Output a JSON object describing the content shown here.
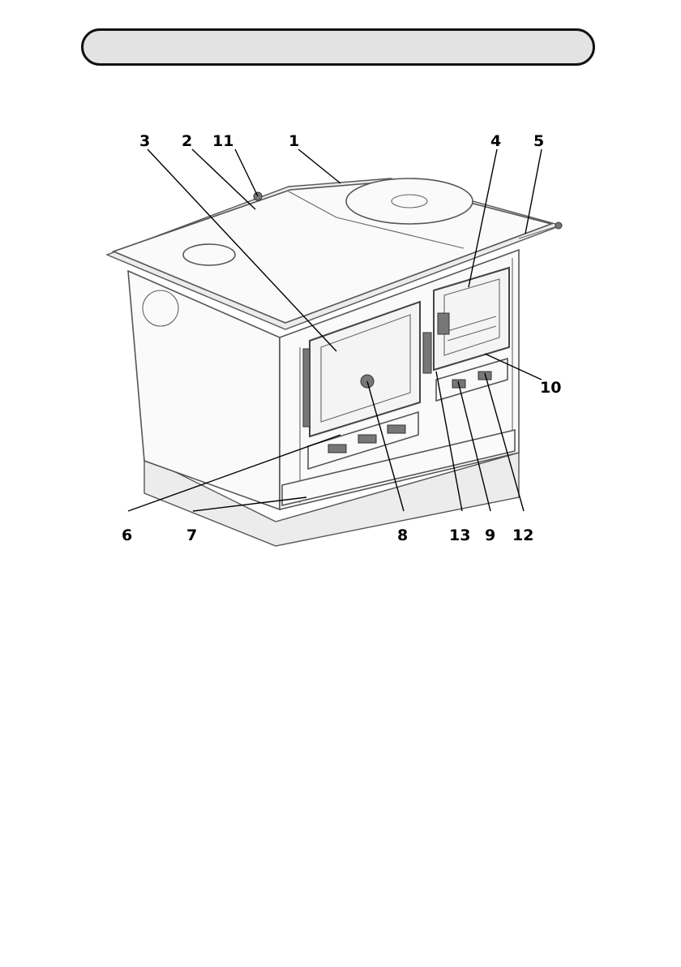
{
  "header": {
    "title": ""
  },
  "figure": {
    "callouts": [
      {
        "id": "c3",
        "label": "3"
      },
      {
        "id": "c2",
        "label": "2"
      },
      {
        "id": "c11",
        "label": "11"
      },
      {
        "id": "c1",
        "label": "1"
      },
      {
        "id": "c4",
        "label": "4"
      },
      {
        "id": "c5",
        "label": "5"
      },
      {
        "id": "c10",
        "label": "10"
      },
      {
        "id": "c6",
        "label": "6"
      },
      {
        "id": "c7",
        "label": "7"
      },
      {
        "id": "c8",
        "label": "8"
      },
      {
        "id": "c13",
        "label": "13"
      },
      {
        "id": "c9",
        "label": "9"
      },
      {
        "id": "c12",
        "label": "12"
      }
    ]
  }
}
